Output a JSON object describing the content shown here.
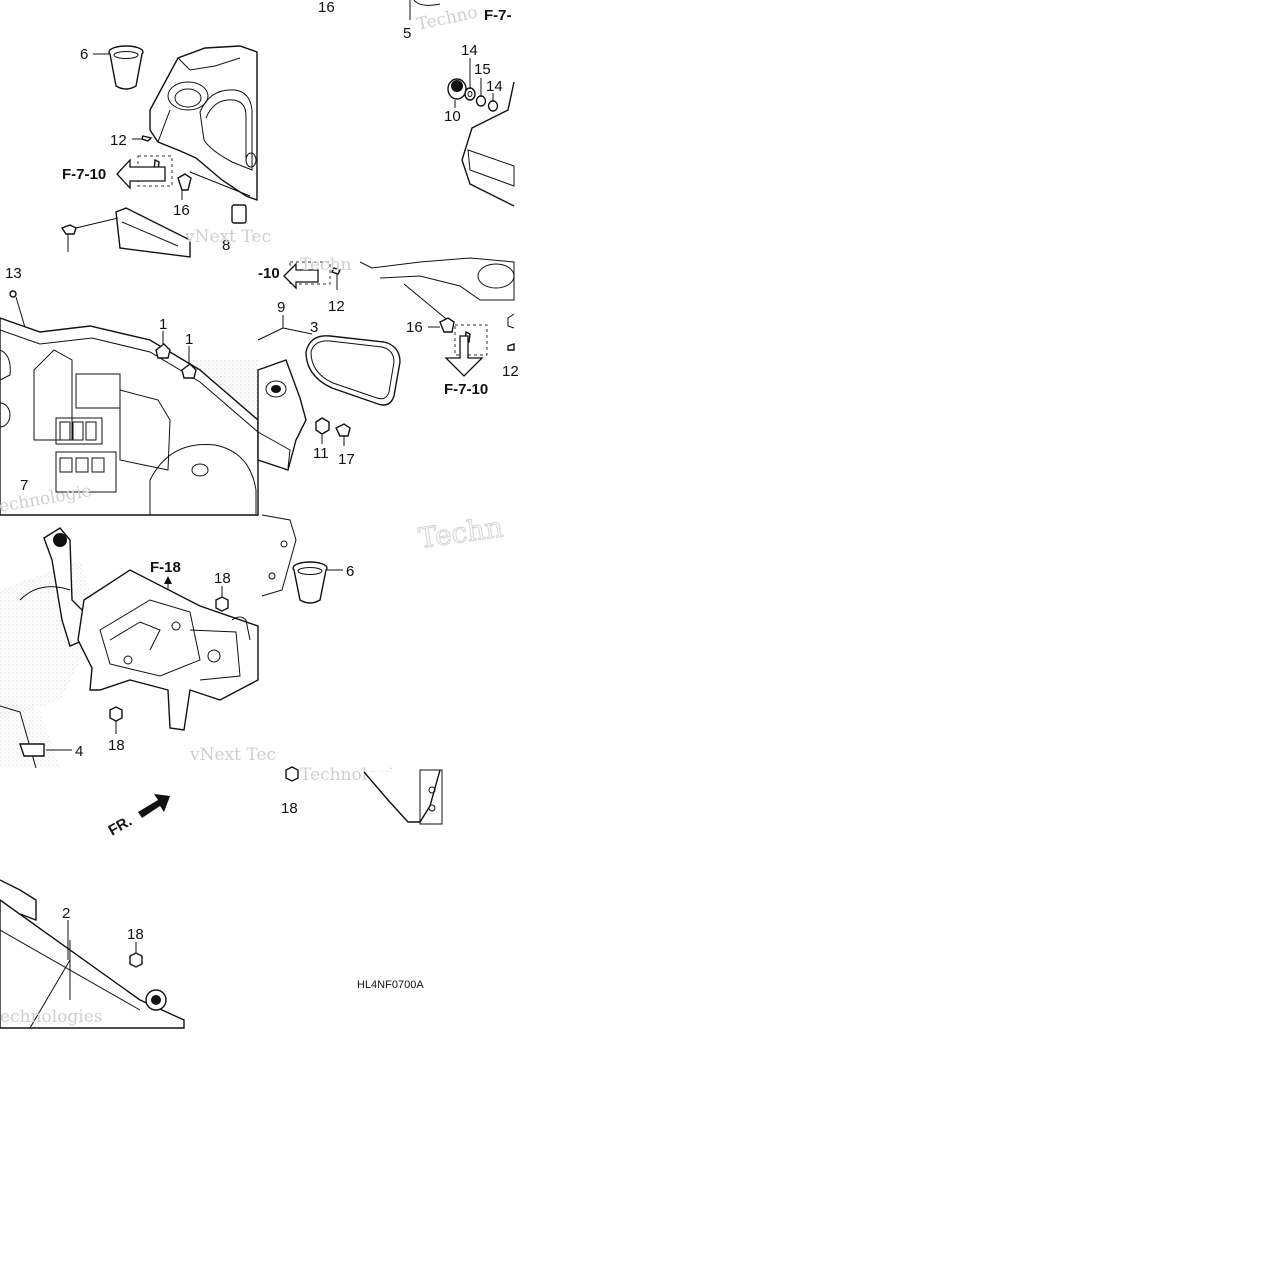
{
  "callouts": {
    "c16a": "16",
    "c5": "5",
    "c6a": "6",
    "c12a": "12",
    "c16b": "16",
    "c14a": "14",
    "c15": "15",
    "c14b": "14",
    "c10": "10",
    "c8": "8",
    "c13": "13",
    "c1a": "1",
    "c1b": "1",
    "c9": "9",
    "c3": "3",
    "c12b": "12",
    "c16c": "16",
    "c12c": "12",
    "c11": "11",
    "c17": "17",
    "c7": "7",
    "c18a": "18",
    "c6b": "6",
    "c18b": "18",
    "c4": "4",
    "c18c": "18",
    "c2": "2",
    "c18d": "18"
  },
  "refs": {
    "f7_10_left": "F-7-10",
    "f7_10_right": "F-7-10",
    "f7_10_top": "F-7-",
    "f7_10_mid": "-10",
    "f18": "F-18"
  },
  "direction_label": "FR.",
  "drawing_code": "HL4NF0700A",
  "watermarks": [
    "Techno",
    "vNext Tec",
    "Techn",
    "echnologie",
    "vNext Tec",
    "Technologies",
    "echnologies"
  ],
  "colors": {
    "ink": "#111111",
    "watermark": "#cfcfcf",
    "background": "#ffffff"
  }
}
